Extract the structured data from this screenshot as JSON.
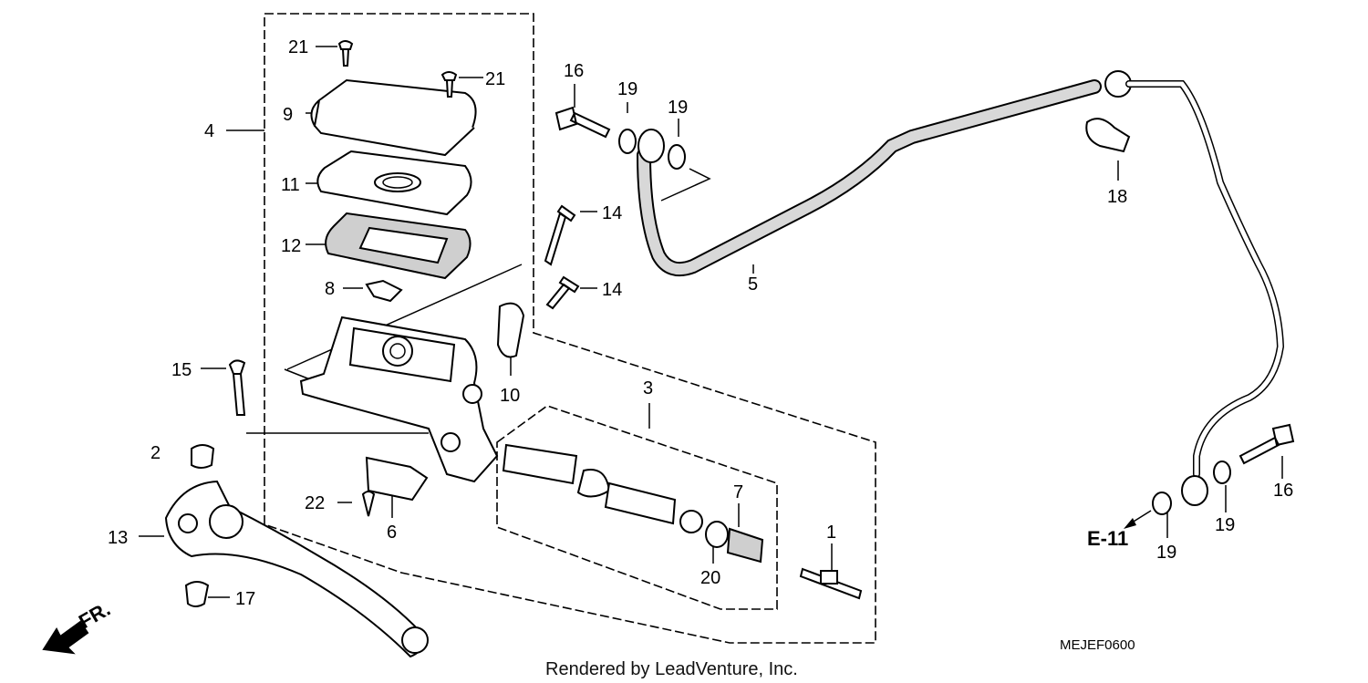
{
  "callouts": {
    "c1": "1",
    "c2": "2",
    "c3": "3",
    "c4": "4",
    "c5": "5",
    "c6": "6",
    "c7": "7",
    "c8": "8",
    "c9": "9",
    "c10": "10",
    "c11": "11",
    "c12": "12",
    "c13": "13",
    "c14a": "14",
    "c14b": "14",
    "c15": "15",
    "c16a": "16",
    "c16b": "16",
    "c17": "17",
    "c18": "18",
    "c19a": "19",
    "c19b": "19",
    "c19c": "19",
    "c19d": "19",
    "c20": "20",
    "c21a": "21",
    "c21b": "21",
    "c22": "22"
  },
  "reference": {
    "e11": "E-11",
    "front": "FR."
  },
  "diagram_code": "MEJEF0600",
  "credit": "Rendered by LeadVenture, Inc."
}
